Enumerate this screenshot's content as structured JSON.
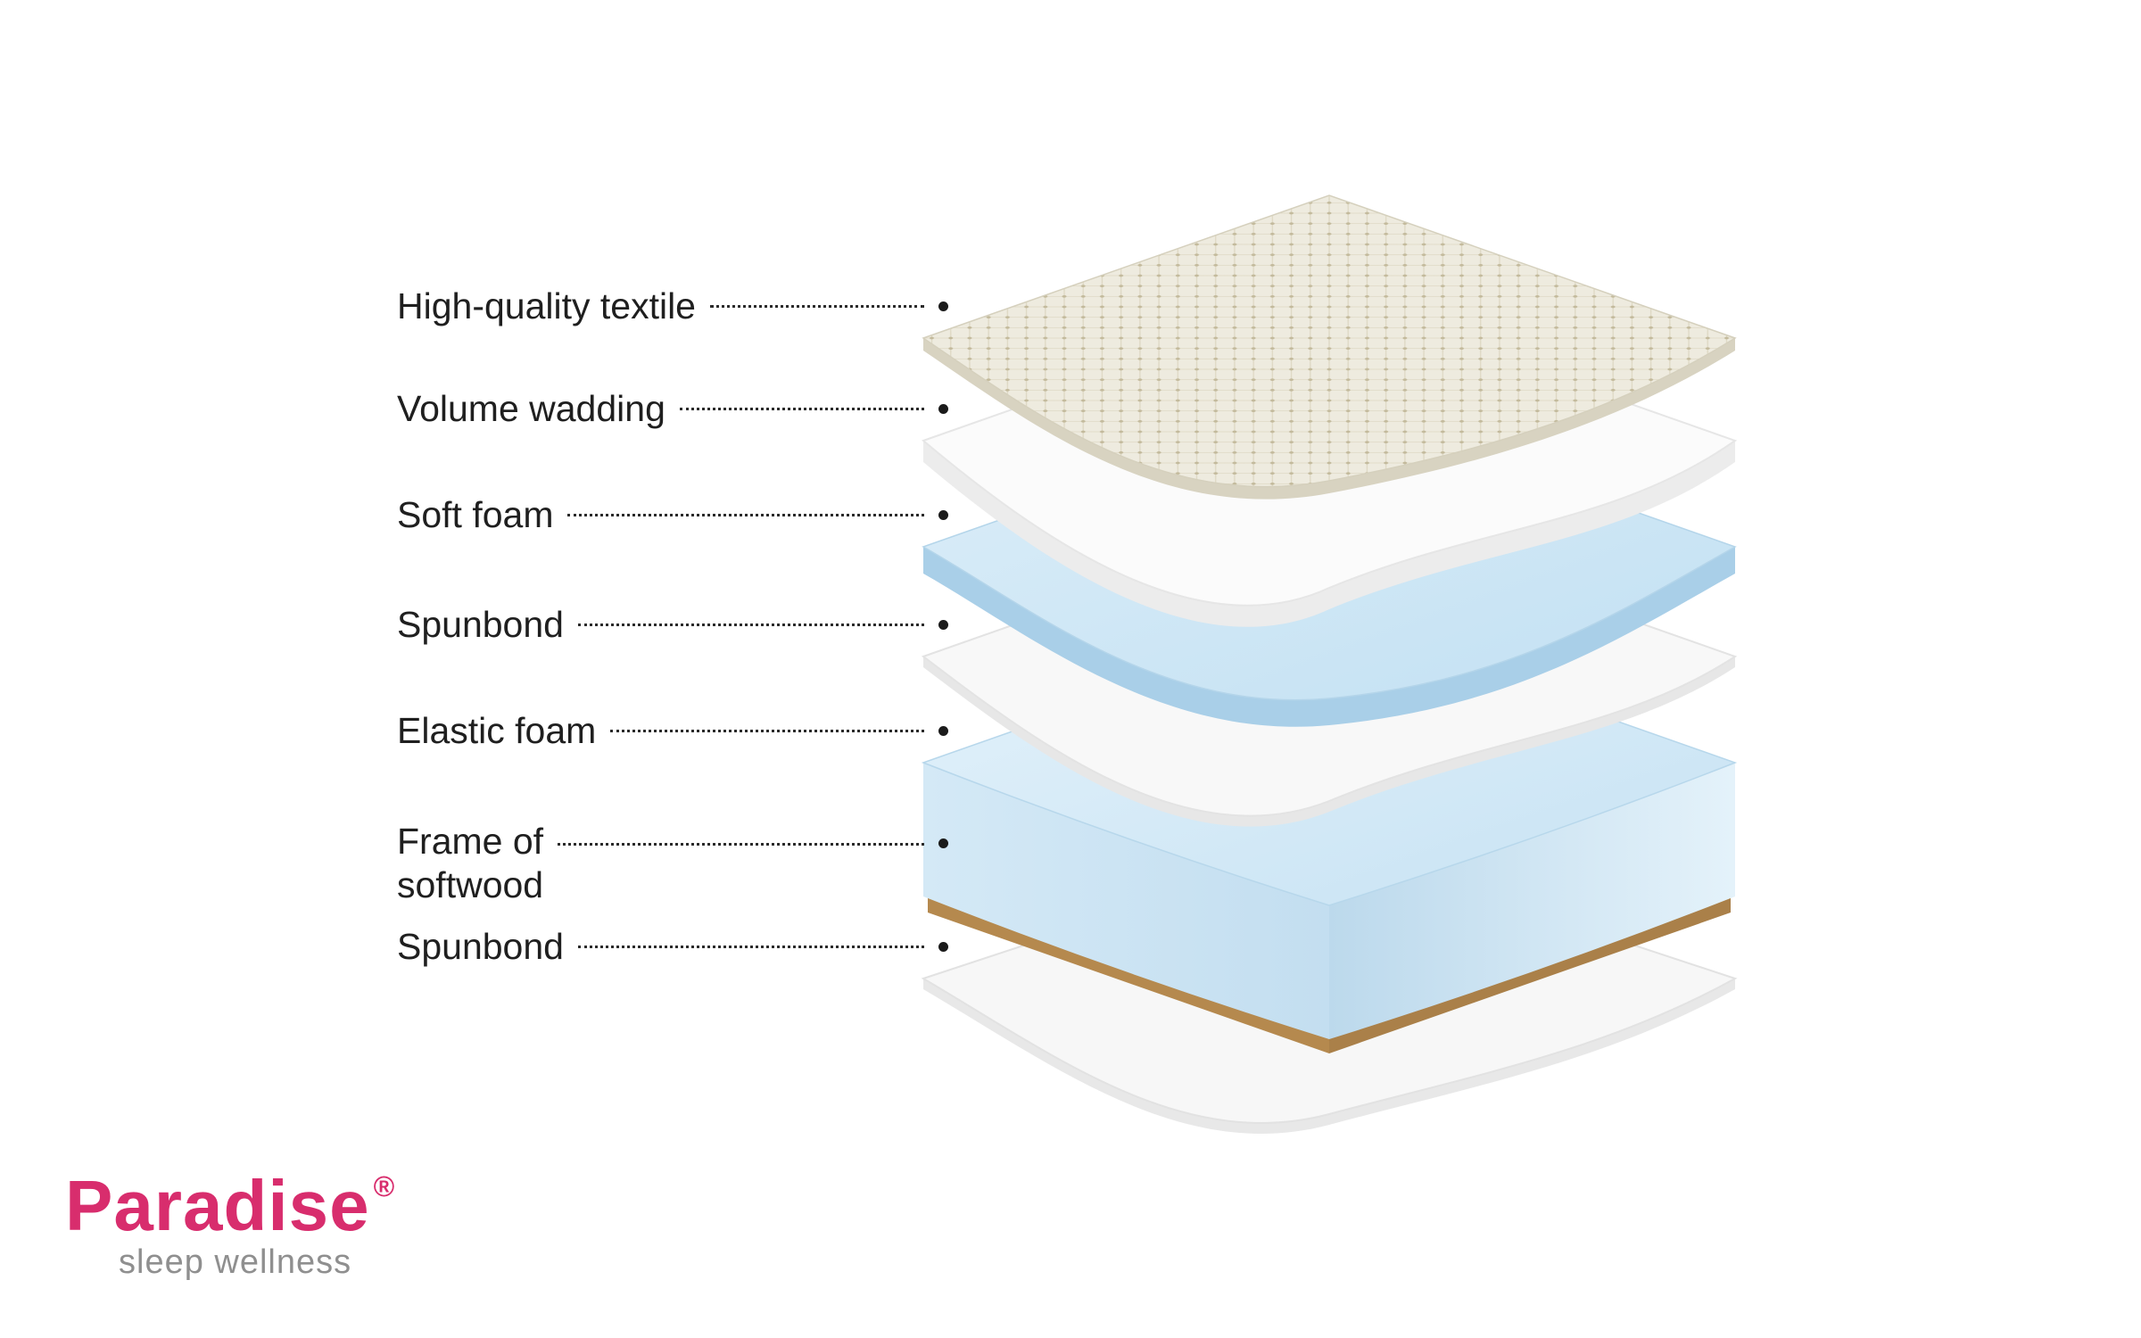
{
  "background": "#ffffff",
  "colors": {
    "brand_pink": "#d82d6d",
    "tagline_gray": "#8f8f8f",
    "label_text": "#1f1f1f",
    "textile_cream": "#eeebdf",
    "soft_foam_blue": "#cfe7f6",
    "elastic_foam_blue": "#ddeef9",
    "wood_tan": "#d0a76f",
    "spunbond_white": "#f8f8f8"
  },
  "logo": {
    "brand": "Paradise",
    "registered_mark": "®",
    "tagline": "sleep wellness"
  },
  "diagram": {
    "type": "exploded-mattress-layer-diagram",
    "labels": [
      {
        "text": "High-quality textile",
        "layer": "textile"
      },
      {
        "text": "Volume wadding",
        "layer": "wadding"
      },
      {
        "text": "Soft foam",
        "layer": "soft-foam"
      },
      {
        "text": "Spunbond",
        "layer": "spunbond-top"
      },
      {
        "text": "Elastic foam",
        "layer": "elastic-foam"
      },
      {
        "text": "Frame of softwood",
        "lines": [
          "Frame of",
          "softwood"
        ],
        "layer": "frame-of-softwood"
      },
      {
        "text": "Spunbond",
        "layer": "spunbond-bottom"
      }
    ]
  }
}
